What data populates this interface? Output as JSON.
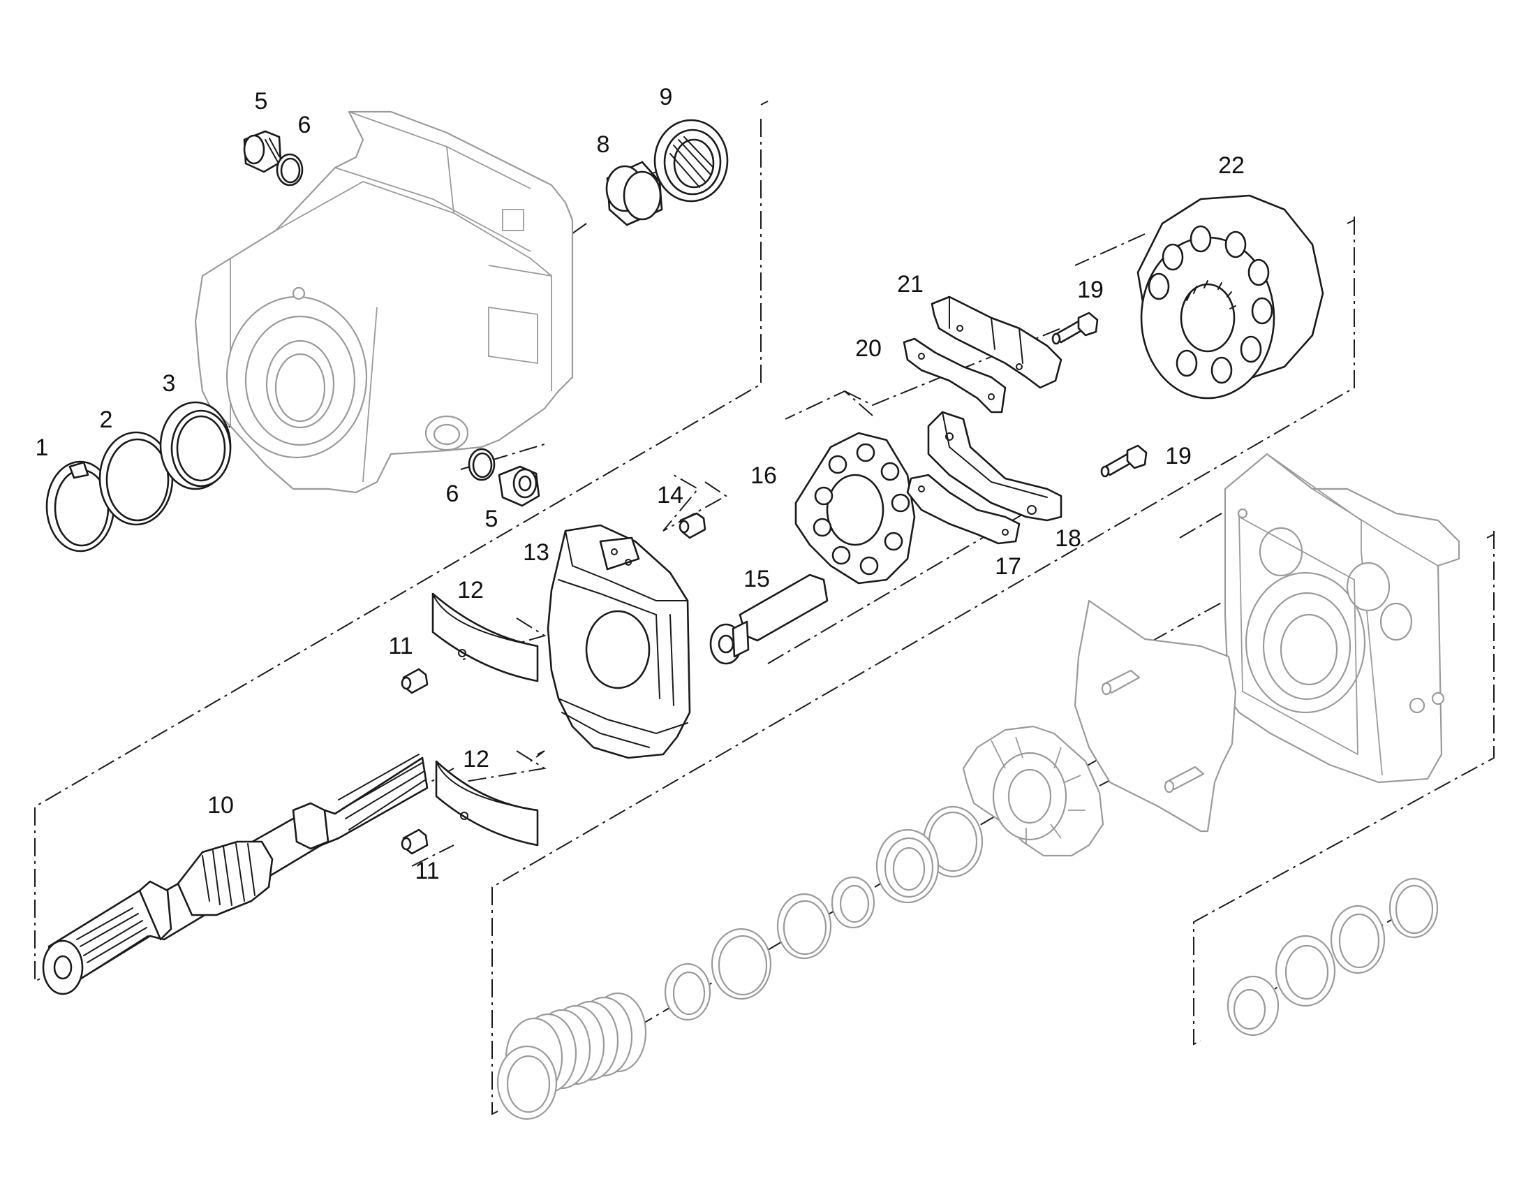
{
  "diagram": {
    "callouts": [
      "1",
      "2",
      "3",
      "5",
      "6",
      "8",
      "9",
      "5",
      "6",
      "10",
      "11",
      "11",
      "12",
      "12",
      "13",
      "14",
      "15",
      "16",
      "17",
      "18",
      "19",
      "19",
      "20",
      "21",
      "22"
    ]
  },
  "colors": {
    "line": "#1a1a1a",
    "ghost": "#9a9a9a",
    "background": "#ffffff"
  }
}
